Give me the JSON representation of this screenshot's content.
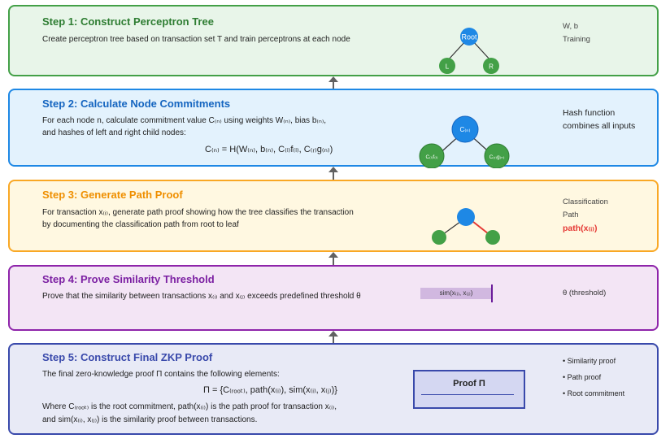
{
  "step1": {
    "title": "Step 1: Construct Perceptron Tree",
    "line1": "Create perceptron tree based on transaction set T and train perceptrons at each node",
    "node_root": "Root",
    "node_left": "L",
    "node_right": "R",
    "side1": "W, b",
    "side2": "Training"
  },
  "step2": {
    "title": "Step 2: Calculate Node Commitments",
    "line1": "For each node n, calculate commitment value C₍ₙ₎ using weights W₍ₙ₎, bias b₍ₙ₎,",
    "line2": "and hashes of left and right child nodes:",
    "formula": "C₍ₙ₎ = H(W₍ₙ₎, b₍ₙ₎, C₍ₗ₎f₍ₗ₎, C₍ᵣ₎g₍ₙ₎)",
    "node_top": "C₍ₙ₎",
    "node_left": "C₍ₗ₎f₍ₗ₎",
    "node_right": "C₍ᵣ₎g₍ₙ₎",
    "side1": "Hash function",
    "side2": "combines all inputs"
  },
  "step3": {
    "title": "Step 3: Generate Path Proof",
    "line1": "For transaction x₍ᵢ₎, generate path proof showing how the tree classifies the transaction",
    "line2": "by documenting the classification path from root to leaf",
    "side1": "Classification",
    "side2": "Path",
    "side3": "path(x₍ᵢ₎)"
  },
  "step4": {
    "title": "Step 4: Prove Similarity Threshold",
    "line1": "Prove that the similarity between transactions x₍ᵢ₎ and x₍ⱼ₎ exceeds predefined threshold θ",
    "bar_label": "sim(x₍ᵢ₎, x₍ⱼ₎)",
    "side1": "θ (threshold)"
  },
  "step5": {
    "title": "Step 5: Construct Final ZKP Proof",
    "line1": "The final zero-knowledge proof Π contains the following elements:",
    "formula": "Π = {C₍ᵣₒₒₜ₎, path(x₍ᵢ₎), sim(x₍ᵢ₎, x₍ⱼ₎)}",
    "line2": "Where C₍ᵣₒₒₜ₎ is the root commitment, path(x₍ᵢ₎) is the path proof for transaction x₍ᵢ₎,",
    "line3": "and sim(x₍ᵢ₎, x₍ⱼ₎) is the similarity proof between transactions.",
    "proof_label": "Proof Π",
    "bullets": [
      "• Similarity proof",
      "• Path proof",
      "• Root commitment"
    ]
  },
  "colors": {
    "green": "#43a047",
    "blue": "#1e88e5",
    "orange": "#f9a825",
    "purple": "#8e24aa",
    "indigo": "#3949ab",
    "arrow_gray": "#616161"
  }
}
